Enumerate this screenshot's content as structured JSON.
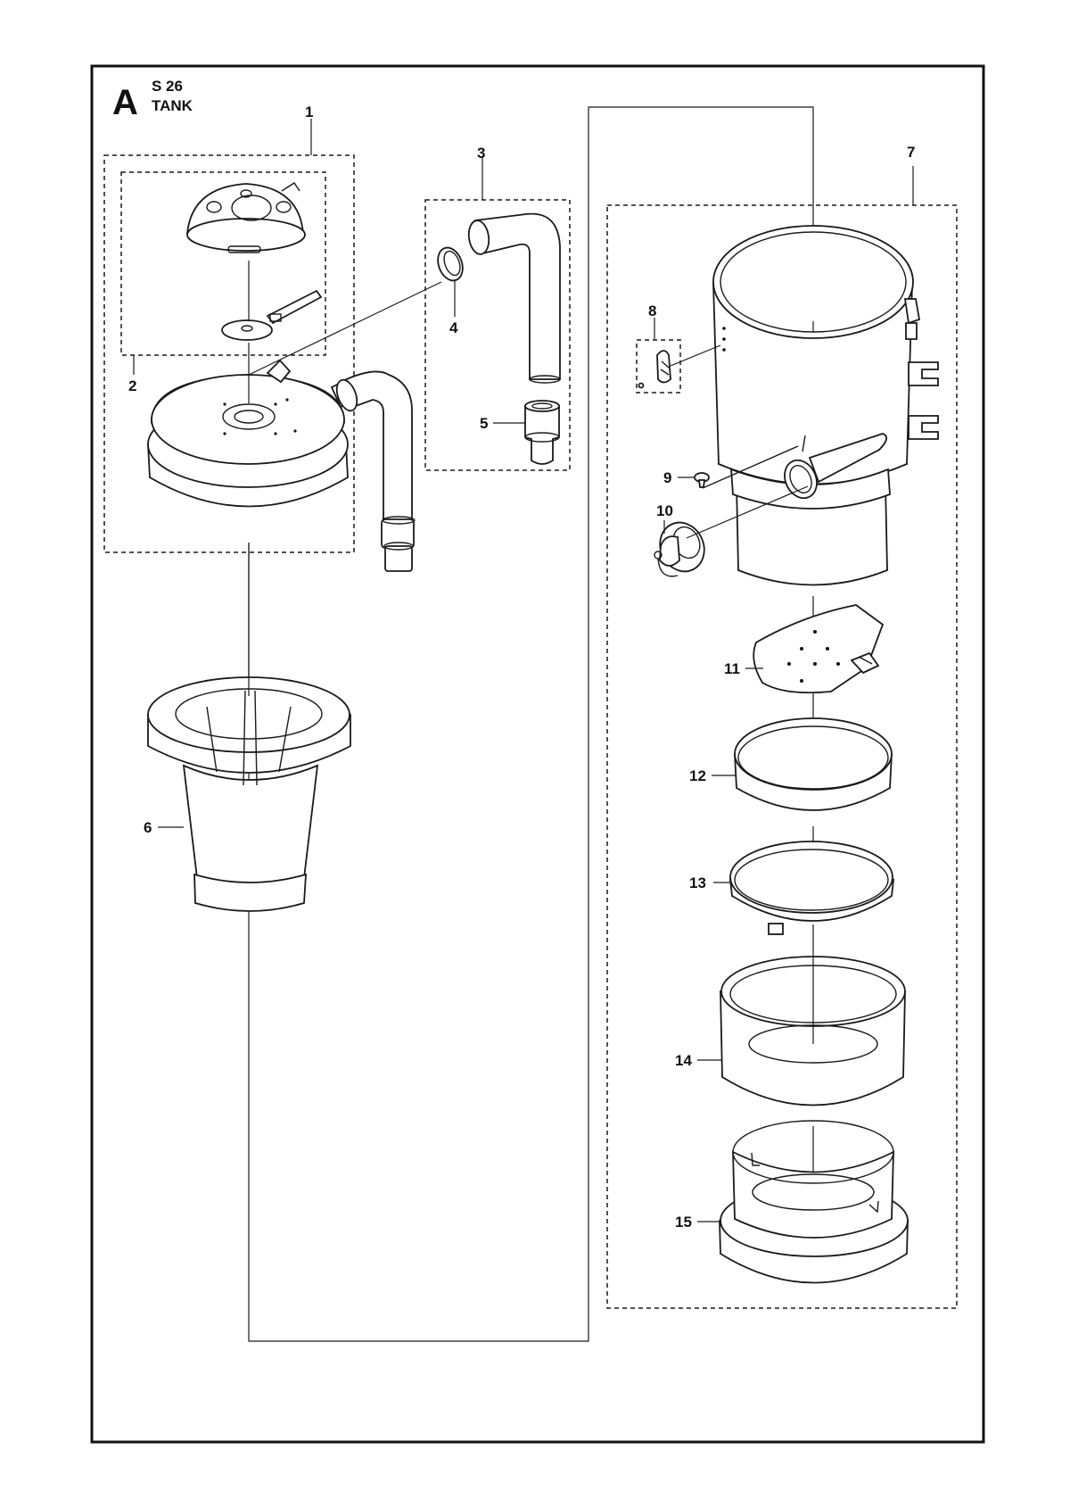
{
  "section": {
    "letter": "A",
    "model": "S 26",
    "title": "TANK"
  },
  "callouts": [
    "1",
    "2",
    "3",
    "4",
    "5",
    "6",
    "7",
    "8",
    "9",
    "10",
    "11",
    "12",
    "13",
    "14",
    "15"
  ]
}
